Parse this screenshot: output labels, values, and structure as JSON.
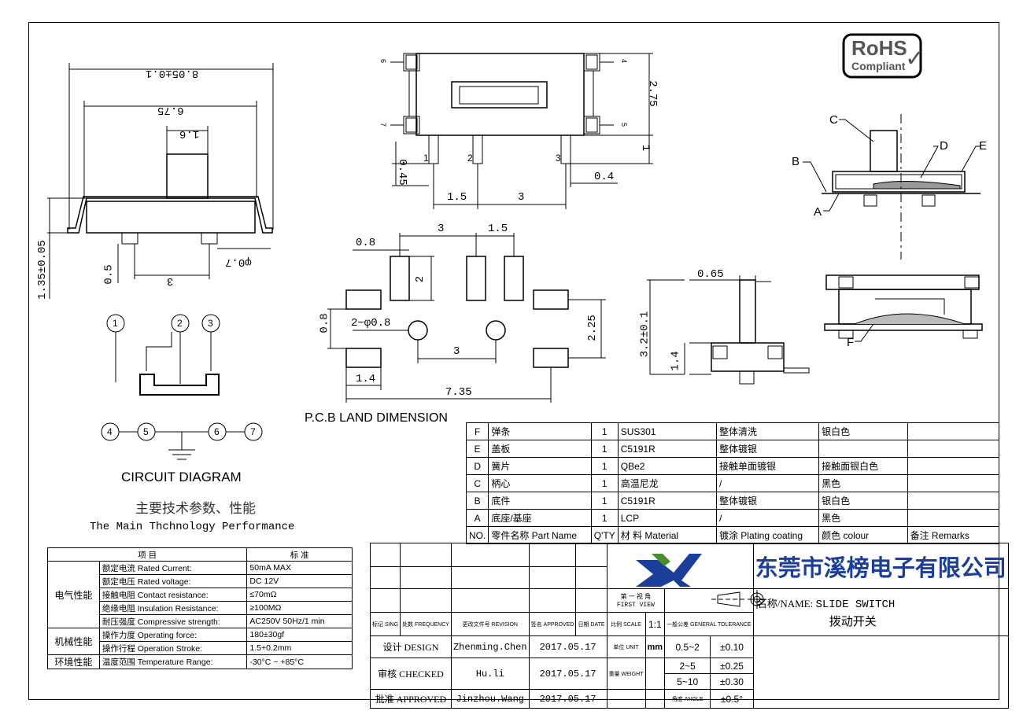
{
  "dims": {
    "total_width": "8.05±0.1",
    "body_width": "6.75",
    "knob_width": "1.6",
    "height": "1.35±0.05",
    "pin_height": "0.5",
    "pin_spacing": "3",
    "pin_dia": "φ0.7",
    "top_height": "2.75",
    "top_pin_len": "1",
    "pin_width": "0.45",
    "top_pitch_a": "1.5",
    "top_pitch_b": "3",
    "top_pin_thk": "0.4",
    "pcb_pitch_a": "3",
    "pcb_pitch_b": "1.5",
    "pcb_pad_w": "0.8",
    "pcb_pad_h": "2",
    "pcb_side_pad_h": "0.8",
    "pcb_hole": "2−φ0.8",
    "pcb_row": "2.25",
    "pcb_pitch_c": "3",
    "pcb_side_pad_w": "1.4",
    "pcb_total": "7.35",
    "side_knob": "0.65",
    "side_height": "3.2±0.1",
    "side_body": "1.4",
    "pin_labels": [
      "1",
      "2",
      "3"
    ],
    "tab_labels": [
      "6",
      "4",
      "7",
      "5"
    ]
  },
  "labels": {
    "pcb_land": "P.C.B LAND DIMENSION",
    "circuit": "CIRCUIT DIAGRAM",
    "main_cn": "主要技术参数、性能",
    "main_en": "The Main Thchnology Performance",
    "rohs_top": "RoHS",
    "rohs_bottom": "Compliant",
    "parts": [
      "C",
      "D",
      "E",
      "B",
      "A",
      "F"
    ],
    "circuit_nodes_top": [
      "1",
      "2",
      "3"
    ],
    "circuit_nodes_bottom": [
      "4",
      "5",
      "6",
      "7"
    ]
  },
  "materials": {
    "rows": [
      [
        "F",
        "弹条",
        "1",
        "SUS301",
        "整体清洗",
        "银白色",
        ""
      ],
      [
        "E",
        "盖板",
        "1",
        "C5191R",
        "整体镀银",
        "",
        ""
      ],
      [
        "D",
        "簧片",
        "1",
        "QBe2",
        "接触单面镀银",
        "接触面银白色",
        ""
      ],
      [
        "C",
        "柄心",
        "1",
        "高温尼龙",
        "/",
        "黑色",
        ""
      ],
      [
        "B",
        "底件",
        "1",
        "C5191R",
        "整体镀银",
        "银白色",
        ""
      ],
      [
        "A",
        "底座/基座",
        "1",
        "LCP",
        "/",
        "黑色",
        ""
      ],
      [
        "NO.",
        "零件名称 Part Name",
        "Q'TY",
        "材 料 Material",
        "镀涂 Plating coating",
        "颜色 colour",
        "备注 Remarks"
      ]
    ]
  },
  "performance": {
    "head": [
      "项 目",
      "标 准"
    ],
    "groups": [
      {
        "name": "电气性能",
        "rows": [
          [
            "额定电流 Rated Current:",
            "50mA MAX"
          ],
          [
            "额定电压 Rated voltage:",
            "DC 12V"
          ],
          [
            "接触电阻 Contact resistance:",
            "≤70mΩ"
          ],
          [
            "绝缘电阻 Insulation Resistance:",
            "≥100MΩ"
          ],
          [
            "耐压强度 Compressive strength:",
            "AC250V 50Hz/1 min"
          ]
        ]
      },
      {
        "name": "机械性能",
        "rows": [
          [
            "操作力度 Operating force:",
            "180±30gf"
          ],
          [
            "操作行程 Operation Stroke:",
            "1.5+0.2mm"
          ]
        ]
      },
      {
        "name": "环境性能",
        "rows": [
          [
            "温度范围 Temperature Range:",
            "-30°C ~ +85°C"
          ]
        ]
      }
    ]
  },
  "title_block": {
    "company": "东莞市溪榜电子有限公司",
    "first_view_cn": "第 一 视 角",
    "first_view_en": "FIRST VIEW",
    "rev_heads": [
      "标记 SING",
      "处数 FREQUENCY",
      "更改文件号 REVISION",
      "签名 APPROVED",
      "日期 DATE"
    ],
    "scale_label": "比例 SCALE",
    "scale": "1:1",
    "unit_label": "单位 UNIT",
    "unit": "mm",
    "weight_label": "重量 WEIGHT",
    "tol_head": "一般公差 GENERAL TOLERANCE",
    "tolerances": [
      [
        "0.5~2",
        "±0.10"
      ],
      [
        "2~5",
        "±0.25"
      ],
      [
        "5~10",
        "±0.30"
      ],
      [
        "角度 ANGLE",
        "±0.5°"
      ]
    ],
    "design": [
      "设计 DESIGN",
      "Zhenming.Chen",
      "2017.05.17"
    ],
    "checked": [
      "审核 CHECKED",
      "Hu.li",
      "2017.05.17"
    ],
    "approved": [
      "批准 APPROVED",
      "Jinzhou.Wang",
      "2017.05.17"
    ],
    "name_label": "名称/NAME:",
    "name_en": "SLIDE SWITCH",
    "name_cn": "拨动开关"
  }
}
